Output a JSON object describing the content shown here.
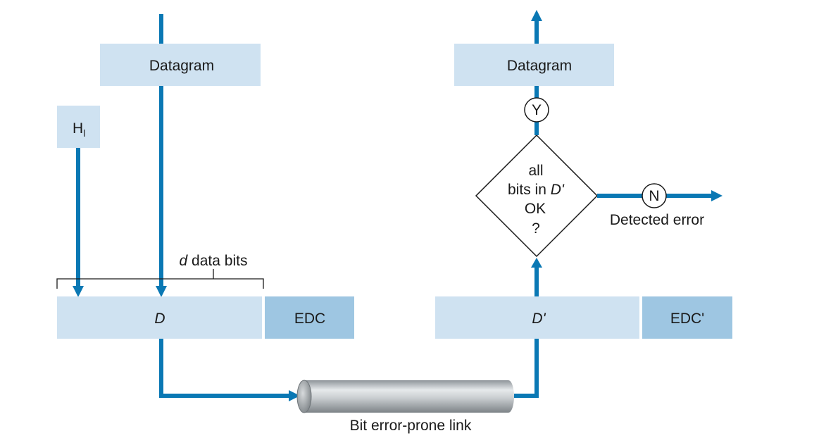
{
  "sender": {
    "datagram_label": "Datagram",
    "header_label": "H",
    "header_subscript": "l",
    "data_bits_var": "d",
    "data_bits_suffix": " data bits",
    "data_block_label": "D",
    "edc_label": "EDC"
  },
  "link": {
    "label": "Bit error-prone link"
  },
  "receiver": {
    "datagram_label": "Datagram",
    "data_block_label": "D'",
    "edc_label": "EDC'",
    "decision_line1": "all",
    "decision_line2_prefix": "bits in ",
    "decision_line2_var": "D'",
    "decision_line3": "OK",
    "decision_line4": "?",
    "yes_label": "Y",
    "no_label": "N",
    "error_label": "Detected error"
  },
  "colors": {
    "arrow": "#0a78b4",
    "light_box": "#cfe2f1",
    "edc_box": "#9ec6e2"
  }
}
